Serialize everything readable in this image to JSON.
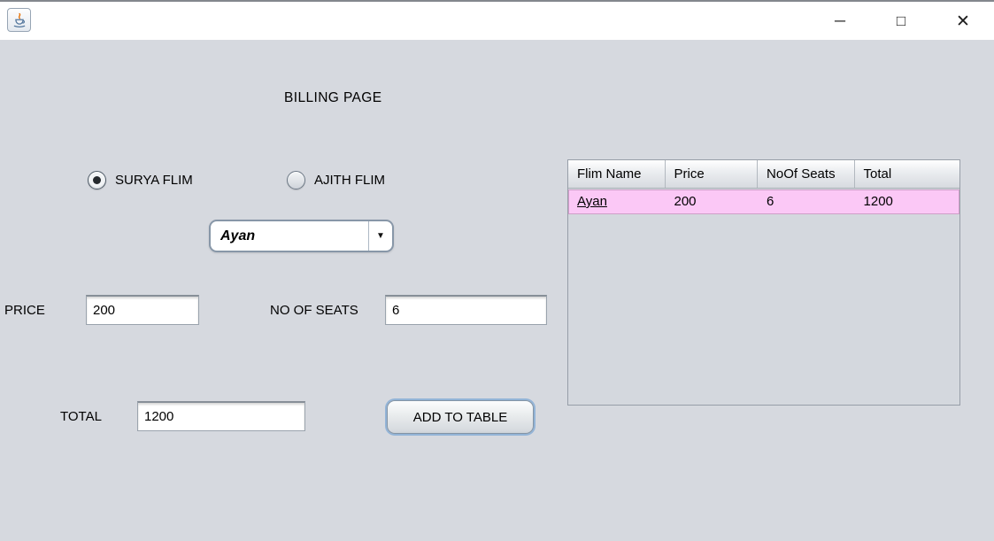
{
  "window": {
    "icons": {
      "minimize": "─",
      "maximize": "□",
      "close": "✕",
      "dropdown_arrow": "▼"
    }
  },
  "page": {
    "title": "BILLING PAGE"
  },
  "form": {
    "radio_surya": {
      "label": "SURYA FLIM",
      "selected": true
    },
    "radio_ajith": {
      "label": "AJITH FLIM",
      "selected": false
    },
    "movie_select": {
      "value": "Ayan"
    },
    "price": {
      "label": "PRICE",
      "value": "200"
    },
    "seats": {
      "label": "NO OF SEATS",
      "value": "6"
    },
    "total": {
      "label": "TOTAL",
      "value": "1200"
    },
    "add_button_label": "ADD TO TABLE"
  },
  "table": {
    "columns": [
      "Flim Name",
      "Price",
      "NoOf Seats",
      "Total"
    ],
    "rows": [
      [
        "Ayan",
        "200",
        "6",
        "1200"
      ]
    ]
  },
  "colors": {
    "background": "#d6d9df",
    "titlebar": "#ffffff",
    "row_selection": "#fbc8f6",
    "focus_ring": "#6ea0d2"
  }
}
